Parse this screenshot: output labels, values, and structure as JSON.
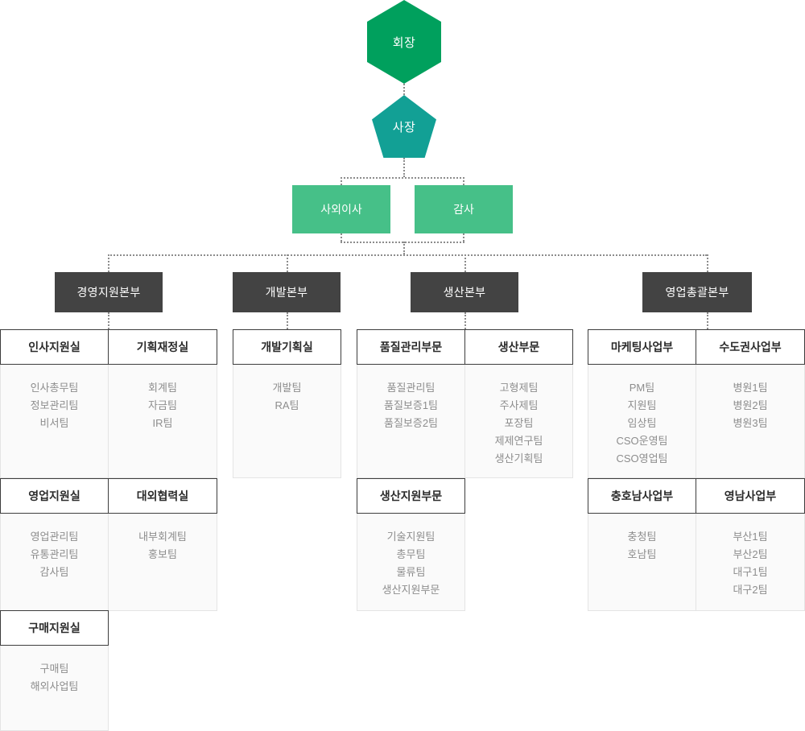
{
  "executives": [
    {
      "label": "회장",
      "shape": "hexagon",
      "color": "#00a05d"
    },
    {
      "label": "사장",
      "shape": "pentagon",
      "color": "#12a095"
    }
  ],
  "advisory": {
    "color": "#46c088",
    "items": [
      {
        "label": "사외이사"
      },
      {
        "label": "감사"
      }
    ]
  },
  "divisions": [
    {
      "name": "경영지원본부",
      "rows": [
        {
          "units": [
            {
              "title": "인사지원실",
              "teams": [
                "인사총무팀",
                "정보관리팀",
                "비서팀"
              ]
            },
            {
              "title": "기획재정실",
              "teams": [
                "회계팀",
                "자금팀",
                "IR팀"
              ]
            }
          ]
        },
        {
          "units": [
            {
              "title": "영업지원실",
              "teams": [
                "영업관리팀",
                "유통관리팀",
                "감사팀"
              ]
            },
            {
              "title": "대외협력실",
              "teams": [
                "내부회계팀",
                "홍보팀"
              ]
            }
          ]
        },
        {
          "units": [
            {
              "title": "구매지원실",
              "teams": [
                "구매팀",
                "해외사업팀"
              ]
            }
          ]
        }
      ]
    },
    {
      "name": "개발본부",
      "rows": [
        {
          "units": [
            {
              "title": "개발기획실",
              "teams": [
                "개발팀",
                "RA팀"
              ]
            }
          ]
        }
      ]
    },
    {
      "name": "생산본부",
      "rows": [
        {
          "units": [
            {
              "title": "품질관리부문",
              "teams": [
                "품질관리팀",
                "품질보증1팀",
                "품질보증2팀"
              ]
            },
            {
              "title": "생산부문",
              "teams": [
                "고형제팀",
                "주사제팀",
                "포장팀",
                "제제연구팀",
                "생산기획팀"
              ]
            }
          ]
        },
        {
          "units": [
            {
              "title": "생산지원부문",
              "teams": [
                "기술지원팀",
                "총무팀",
                "물류팀",
                "생산지원부문"
              ]
            }
          ]
        }
      ]
    },
    {
      "name": "영업총괄본부",
      "rows": [
        {
          "units": [
            {
              "title": "마케팅사업부",
              "teams": [
                "PM팀",
                "지원팀",
                "임상팀",
                "CSO운영팀",
                "CSO영업팀"
              ]
            },
            {
              "title": "수도권사업부",
              "teams": [
                "병원1팀",
                "병원2팀",
                "병원3팀"
              ]
            }
          ]
        },
        {
          "units": [
            {
              "title": "충호남사업부",
              "teams": [
                "충청팀",
                "호남팀"
              ]
            },
            {
              "title": "영남사업부",
              "teams": [
                "부산1팀",
                "부산2팀",
                "대구1팀",
                "대구2팀"
              ]
            }
          ]
        }
      ]
    }
  ],
  "colors": {
    "header_dark": "#434343",
    "advisory_green": "#46c088",
    "chairman_green": "#00a05d",
    "president_teal": "#12a095",
    "cell_bg": "#fafafa",
    "team_text": "#8d8d8d"
  }
}
